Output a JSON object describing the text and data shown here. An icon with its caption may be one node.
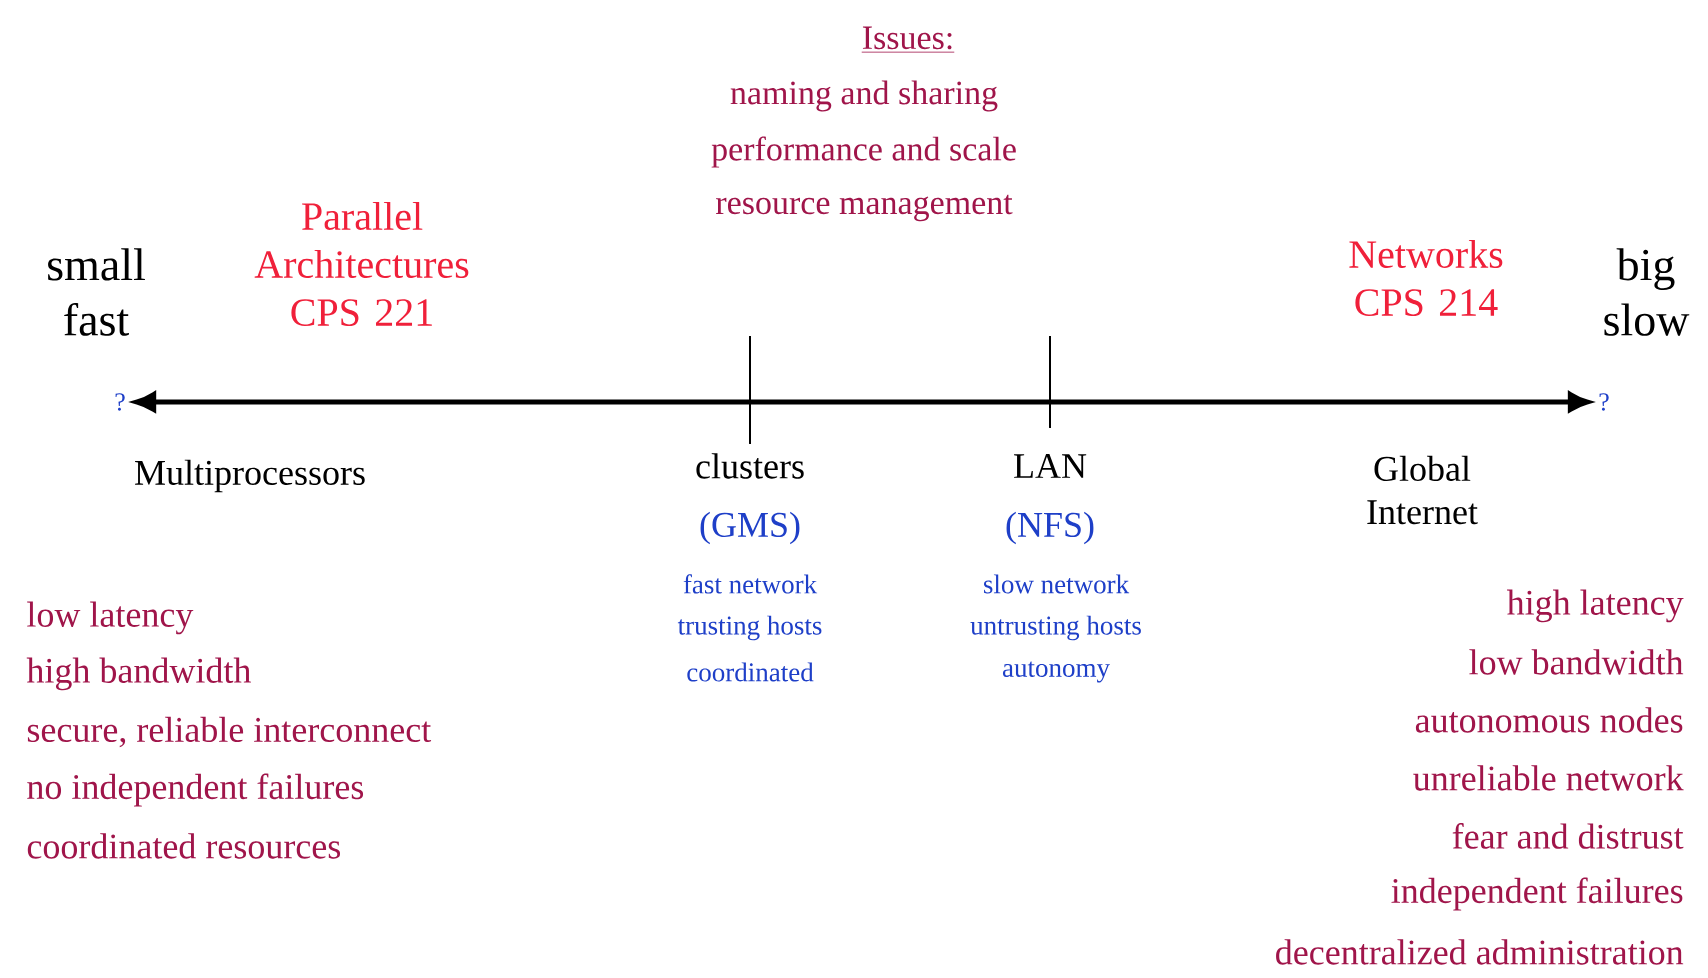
{
  "diagram": {
    "nodes": [
      {
        "text": [
          "?"
        ]
      },
      {
        "text": [
          "?"
        ]
      }
    ],
    "edges": [
      {
        "from": 0,
        "to": 1,
        "arrow": "both"
      }
    ],
    "labels": [
      "Issues:",
      "naming and sharing",
      "performance and scale",
      "resource management",
      "Parallel Architectures CPS 221",
      "Networks CPS 214",
      "small fast",
      "big slow",
      "Multiprocessors",
      "clusters",
      "(GMS)",
      "fast network",
      "trusting hosts",
      "coordinated",
      "LAN",
      "(NFS)",
      "slow network",
      "untrusting hosts",
      "autonomy",
      "Global Internet",
      "low latency",
      "high bandwidth",
      "secure, reliable interconnect",
      "no independent failures",
      "coordinated resources",
      "high latency",
      "low bandwidth",
      "autonomous nodes",
      "unreliable network",
      "fear and distrust",
      "independent failures",
      "decentralized administration"
    ]
  }
}
